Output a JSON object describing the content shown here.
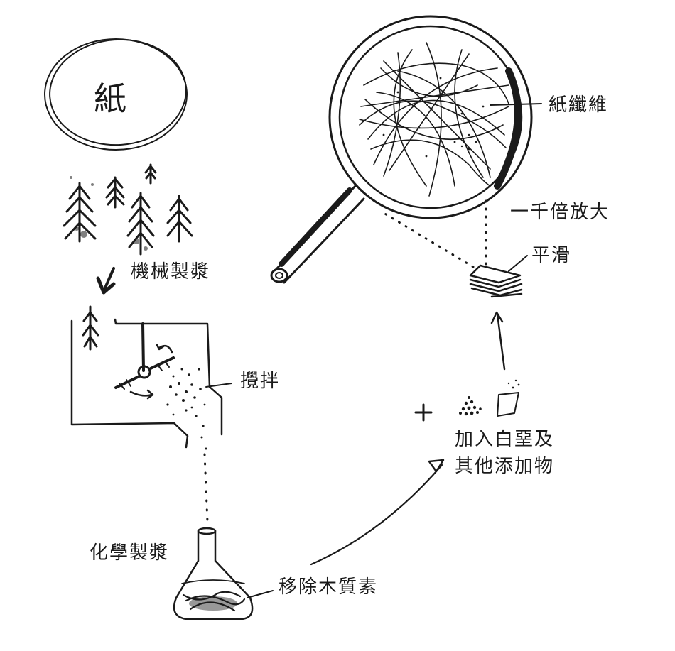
{
  "labels": {
    "paper": "紙",
    "paper_fiber": "紙纖維",
    "magnify": "一千倍放大",
    "smooth": "平滑",
    "mechanical_pulp": "機械製漿",
    "stir": "攪拌",
    "add_line1": "加入白堊及",
    "add_line2": "其他添加物",
    "chemical_pulp": "化學製漿",
    "remove_lignin": "移除木質素"
  }
}
